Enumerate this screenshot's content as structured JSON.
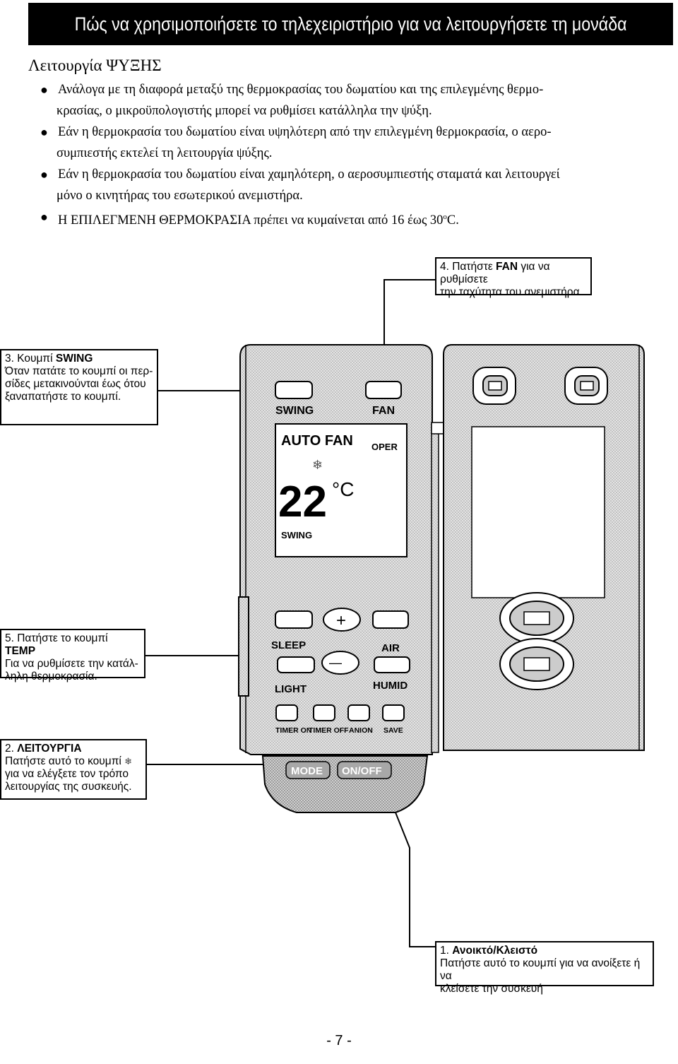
{
  "header": {
    "title": "Πώς να χρησιμοποιήσετε το τηλεχειριστήριο για να λειτουργήσετε τη μονάδα"
  },
  "section": {
    "title": "Λειτουργία ΨΥΞΗΣ"
  },
  "bullets": [
    {
      "line1": "Ανάλογα με τη διαφορά μεταξύ της θερμοκρασίας του δωματίου και της επιλεγμένης θερμο-",
      "line2": "κρασίας, ο μικροϋπολογιστής μπορεί να ρυθμίσει κατάλληλα την ψύξη."
    },
    {
      "line1": "Εάν η θερμοκρασία του δωματίου είναι υψηλότερη από την επιλεγμένη θερμοκρασία, ο αερο-",
      "line2": "συμπιεστής εκτελεί τη λειτουργία ψύξης."
    },
    {
      "line1": "Εάν η θερμοκρασία του δωματίου είναι χαμηλότερη, ο αεροσυμπιεστής σταματά και λειτουργεί",
      "line2": "μόνο ο κινητήρας του εσωτερικού ανεμιστήρα."
    },
    {
      "line1": "Η ΕΠΙΛΕΓΜΕΝΗ ΘΕΡΜΟΚΡΑΣΙΑ πρέπει να κυμαίνεται από 16 έως 30",
      "sup": "ο",
      "tail": "C."
    }
  ],
  "bullet_glyph": "●",
  "callouts": {
    "fan": {
      "prefix": "4. Πατήστε ",
      "bold": "FAN",
      "suffix": " για να ρυθμίσετε",
      "line2": "την ταχύτητα του ανεμιστήρα."
    },
    "swing": {
      "prefix": "3. Κουμπί ",
      "bold": "SWING",
      "line2": "Όταν πατάτε το κουμπί οι περ-",
      "line3": "σίδες μετακινούνται έως ότου",
      "line4": "ξαναπατήστε το κουμπί."
    },
    "temp": {
      "prefix": "5. Πατήστε το κουμπί ",
      "bold": "TEMP",
      "line2": "Για να ρυθμίσετε την κατάλ-",
      "line3": "ληλη θερμοκρασία."
    },
    "mode": {
      "prefix": "2. ",
      "bold": "ΛΕΙΤΟΥΡΓΙΑ",
      "line2": "Πατήστε αυτό το κουμπί",
      "line3": "για να ελέγξετε τον τρόπο",
      "line4": "λειτουργίας της συσκευής."
    },
    "onoff": {
      "prefix": "1. ",
      "bold": "Ανοικτό/Κλειστό",
      "line2": "Πατήστε αυτό το κουμπί για να ανοίξετε ή να",
      "line3": "κλείσετε την συσκευή"
    }
  },
  "remote": {
    "swing_label": "SWING",
    "fan_label": "FAN",
    "display": {
      "mode": "AUTO FAN",
      "oper": "OPER",
      "temperature": "22",
      "unit": "°C",
      "swing": "SWING"
    },
    "sleep_label": "SLEEP",
    "air_label": "AIR",
    "light_label": "LIGHT",
    "humid_label": "HUMID",
    "plus": "+",
    "minus": "—",
    "timer_on": "TIMER ON",
    "timer_off": "TIMER OFF",
    "anion": "ANION",
    "save": "SAVE",
    "mode_label": "MODE",
    "onoff_label": "ON/OFF",
    "snowflake_icon": "❄"
  },
  "page": {
    "number": "- 7 -"
  }
}
